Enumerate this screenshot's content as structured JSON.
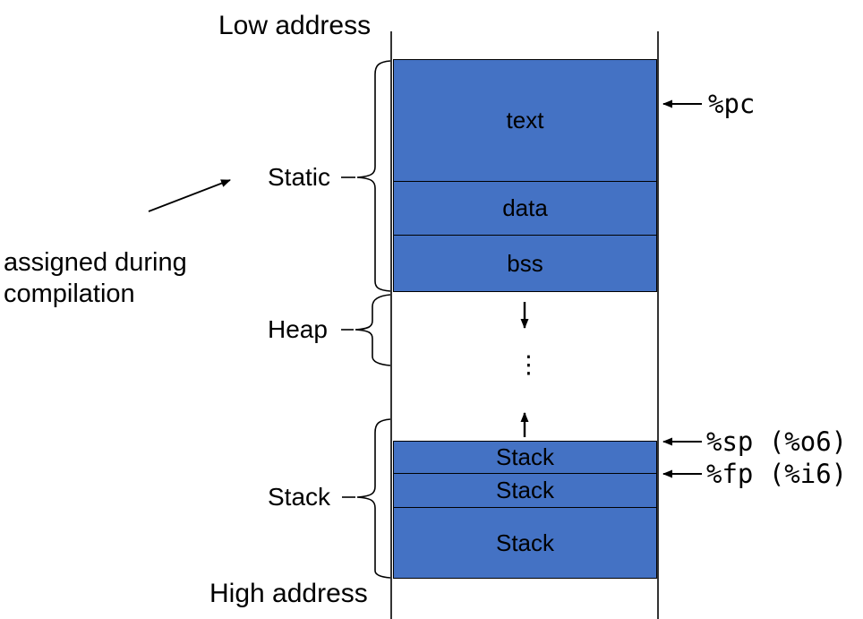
{
  "diagram": {
    "title_top": "Low address",
    "title_bottom": "High address",
    "annotation": {
      "line1": "assigned during",
      "line2": "compilation"
    },
    "region_labels": {
      "static": "Static",
      "heap": "Heap",
      "stack": "Stack"
    },
    "segments": {
      "text": "text",
      "data": "data",
      "bss": "bss",
      "stack1": "Stack",
      "stack2": "Stack",
      "stack3": "Stack"
    },
    "registers": {
      "pc": "%pc",
      "sp": "%sp (%o6)",
      "fp": "%fp (%i6)"
    },
    "ellipsis": "⋮",
    "colors": {
      "segment_fill": "#4472C4",
      "segment_border": "#000000",
      "line": "#000000",
      "text": "#000000",
      "background": "#ffffff"
    }
  }
}
